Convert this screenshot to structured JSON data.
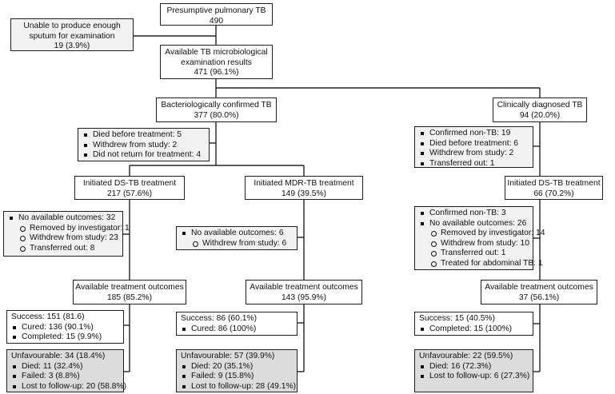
{
  "nodes": {
    "presumptive": {
      "line1": "Presumptive pulmonary TB",
      "line2": "490"
    },
    "sputum": {
      "line1": "Unable to produce enough",
      "line2": "sputum for examination",
      "line3": "19 (3.9%)"
    },
    "available_results": {
      "line1": "Available TB microbiological",
      "line2": "examination results",
      "line3": "471 (96.1%)"
    },
    "bact_confirmed": {
      "line1": "Bacteriologically confirmed TB",
      "line2": "377 (80.0%)"
    },
    "clinically_diagnosed": {
      "line1": "Clinically diagnosed TB",
      "line2": "94 (20.0%)"
    },
    "bact_excluded": {
      "items": [
        "Died before treatment: 5",
        "Withdrew from study: 2",
        "Did not return for treatment: 4"
      ]
    },
    "clin_excluded": {
      "items": [
        "Confirmed non-TB: 19",
        "Died before treatment: 6",
        "Withdrew from study: 2",
        "Transferred out: 1"
      ]
    },
    "ds_initiated": {
      "line1": "Initiated DS-TB treatment",
      "line2": "217 (57.6%)"
    },
    "mdr_initiated": {
      "line1": "Initiated MDR-TB treatment",
      "line2": "149 (39.5%)"
    },
    "clin_ds_initiated": {
      "line1": "Initiated DS-TB treatment",
      "line2": "66 (70.2%)"
    },
    "ds_no_outcomes": {
      "head": "No available outcomes: 32",
      "subs": [
        "Removed by investigator: 1",
        "Withdrew from study: 23",
        "Transferred out: 8"
      ]
    },
    "mdr_no_outcomes": {
      "head": "No available outcomes: 6",
      "subs": [
        "Withdrew from study: 6"
      ]
    },
    "clin_no_outcomes": {
      "head0": "Confirmed non-TB: 3",
      "head": "No available outcomes: 26",
      "subs": [
        "Removed by investigator: 14",
        "Withdrew from study: 10",
        "Transferred out: 1",
        "Treated for abdominal TB: 1"
      ]
    },
    "ds_available": {
      "line1": "Available treatment outcomes",
      "line2": "185 (85.2%)"
    },
    "mdr_available": {
      "line1": "Available treatment outcomes",
      "line2": "143 (95.9%)"
    },
    "clin_available": {
      "line1": "Available treatment outcomes",
      "line2": "37 (56.1%)"
    },
    "ds_success": {
      "head": "Success: 151 (81.6)",
      "items": [
        "Cured: 136 (90.1%)",
        "Completed: 15 (9.9%)"
      ]
    },
    "mdr_success": {
      "head": "Success: 86 (60.1%)",
      "items": [
        "Cured: 86 (100%)"
      ]
    },
    "clin_success": {
      "head": "Success: 15 (40.5%)",
      "items": [
        "Completed: 15 (100%)"
      ]
    },
    "ds_unfav": {
      "head": "Unfavourable: 34 (18.4%)",
      "items": [
        "Died: 11 (32.4%)",
        "Failed: 3 (8.8%)",
        "Lost to follow-up: 20 (58.8%)"
      ]
    },
    "mdr_unfav": {
      "head": "Unfavourable: 57 (39.9%)",
      "items": [
        "Died: 20 (35.1%)",
        "Failed: 9 (15.8%)",
        "Lost to follow-up: 28 (49.1%)"
      ]
    },
    "clin_unfav": {
      "head": "Unfavourable: 22 (59.5%)",
      "items": [
        "Died: 16 (72.3%)",
        "Lost to follow-up: 6 (27.3%)"
      ]
    }
  },
  "colors": {
    "box_border": "#1e1e1e",
    "exclusion_fill": "#f2f2f2",
    "unfavourable_fill": "#dcdcdc",
    "line": "#222222"
  }
}
